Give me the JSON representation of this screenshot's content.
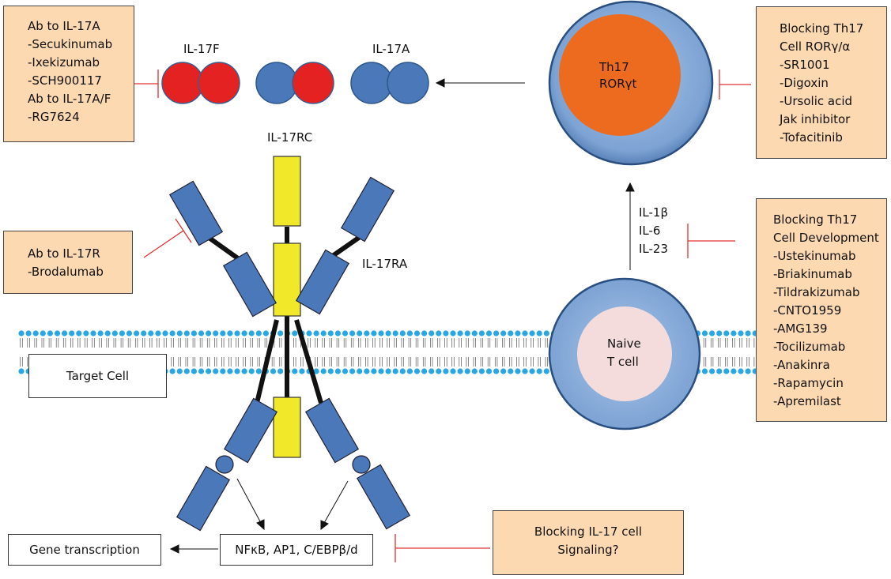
{
  "boxes": {
    "il17a_antibodies": [
      "Ab to IL-17A",
      "-Secukinumab",
      "-Ixekizumab",
      "-SCH900117",
      "Ab to IL-17A/F",
      "-RG7624"
    ],
    "il17r_antibody": [
      "Ab to IL-17R",
      "-Brodalumab"
    ],
    "ror_block": [
      "Blocking Th17",
      "Cell RORγ/α",
      "-SR1001",
      "-Digoxin",
      "-Ursolic acid",
      "Jak inhibitor",
      "-Tofacitinib"
    ],
    "development_block": [
      "Blocking Th17",
      "Cell Development",
      "-Ustekinumab",
      "-Briakinumab",
      "-Tildrakizumab",
      "-CNTO1959",
      "-AMG139",
      "-Tocilizumab",
      "-Anakinra",
      "-Rapamycin",
      "-Apremilast"
    ],
    "signaling_block": [
      "Blocking IL-17 cell",
      "Signaling?"
    ]
  },
  "labels": {
    "il17f": "IL-17F",
    "il17a": "IL-17A",
    "il17rc": "IL-17RC",
    "il17ra": "IL-17RA",
    "cytokines": [
      "IL-1β",
      "IL-6",
      "IL-23"
    ],
    "th17_cell": [
      "Th17",
      "RORγt"
    ],
    "naive_cell": [
      "Naive",
      "T cell"
    ],
    "target_cell": "Target Cell",
    "transcription_factors": "NFκB, AP1, C/EBPβ/d",
    "gene_transcription": "Gene transcription"
  },
  "colors": {
    "box_fill": "#fcd9b0",
    "inhibition": "#e03030",
    "receptor_blue": "#4a78b8",
    "il17rc_yellow": "#f2e82a",
    "il17f_red": "#e42222",
    "th17_orange": "#ec6b1e",
    "naive_pink": "#f5dcdc",
    "cell_ring_blue": "#7fa6d6",
    "membrane_blue": "#2aa7e0"
  }
}
